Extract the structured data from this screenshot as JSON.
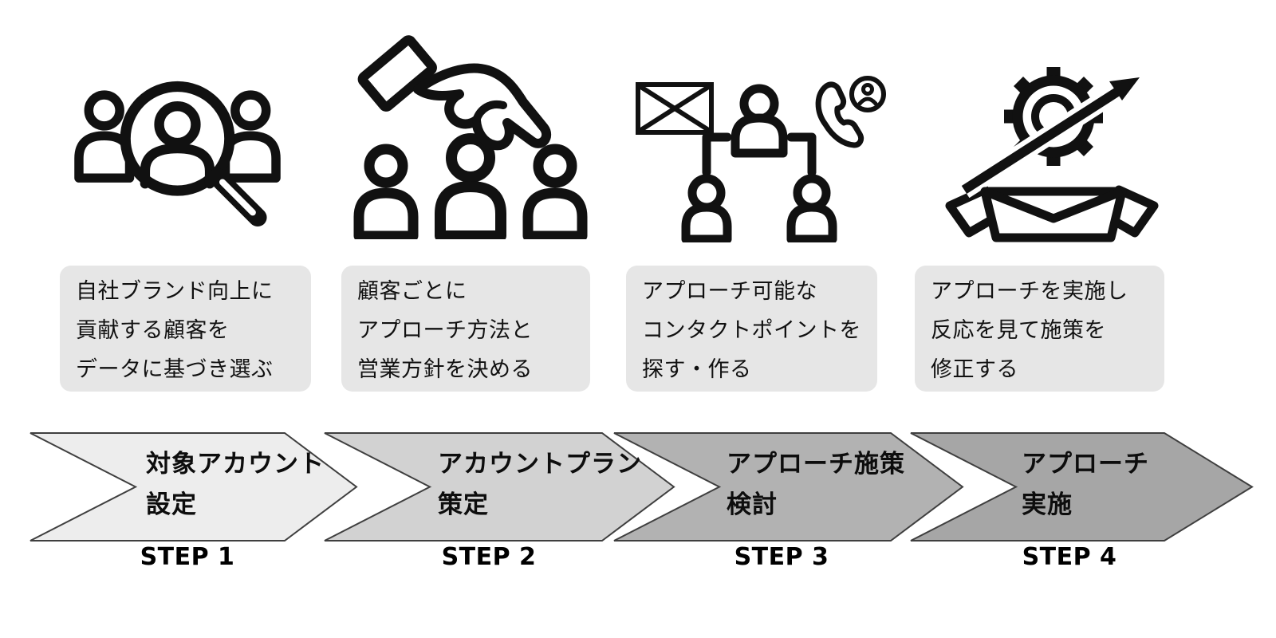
{
  "diagram": {
    "language": "ja",
    "background": "#ffffff",
    "description": "4-step account-based sales approach process flow"
  },
  "colors": {
    "icon_stroke": "#111111",
    "desc_box_bg": "#e6e6e6",
    "chevron_border": "#3f3f3f",
    "text": "#111111"
  },
  "steps": [
    {
      "icon": "people-search-icon",
      "description_lines": [
        "自社ブランド向上に",
        "貢献する顧客を",
        "データに基づき選ぶ"
      ],
      "arrow_label_lines": [
        "対象アカウント",
        "設定"
      ],
      "step_label": "STEP 1",
      "arrow_color": "#ededed"
    },
    {
      "icon": "hand-pick-person-icon",
      "description_lines": [
        "顧客ごとに",
        "アプローチ方法と",
        "営業方針を決める"
      ],
      "arrow_label_lines": [
        "アカウントプラン",
        "策定"
      ],
      "step_label": "STEP 2",
      "arrow_color": "#d2d2d2"
    },
    {
      "icon": "contact-points-icon",
      "description_lines": [
        "アプローチ可能な",
        "コンタクトポイントを",
        "探す・作る"
      ],
      "arrow_label_lines": [
        "アプローチ施策",
        "検討"
      ],
      "step_label": "STEP 3",
      "arrow_color": "#b2b2b2"
    },
    {
      "icon": "box-gear-growth-icon",
      "description_lines": [
        "アプローチを実施し",
        "反応を見て施策を",
        "修正する"
      ],
      "arrow_label_lines": [
        "アプローチ",
        "実施"
      ],
      "step_label": "STEP 4",
      "arrow_color": "#a6a6a6"
    }
  ]
}
